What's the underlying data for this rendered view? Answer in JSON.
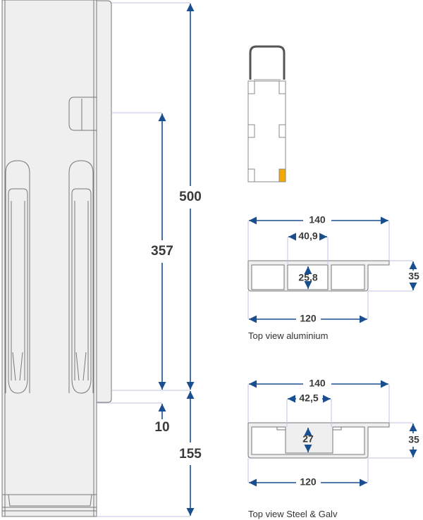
{
  "dimensions": {
    "total_height": "500",
    "hinge_to_bottom": "357",
    "panel_overhang": "10",
    "bottom_section": "155"
  },
  "aluminium": {
    "width_total": "140",
    "center_cell_width": "40,9",
    "center_cell_depth": "25,8",
    "depth": "35",
    "width_body": "120",
    "caption": "Top view aluminium"
  },
  "steel": {
    "width_total": "140",
    "channel_width": "42,5",
    "channel_depth": "27",
    "depth": "35",
    "width_body": "120",
    "caption": "Top view Steel & Galv"
  },
  "colors": {
    "dimension": "#1a4f8f",
    "highlight": "#f5a800"
  }
}
